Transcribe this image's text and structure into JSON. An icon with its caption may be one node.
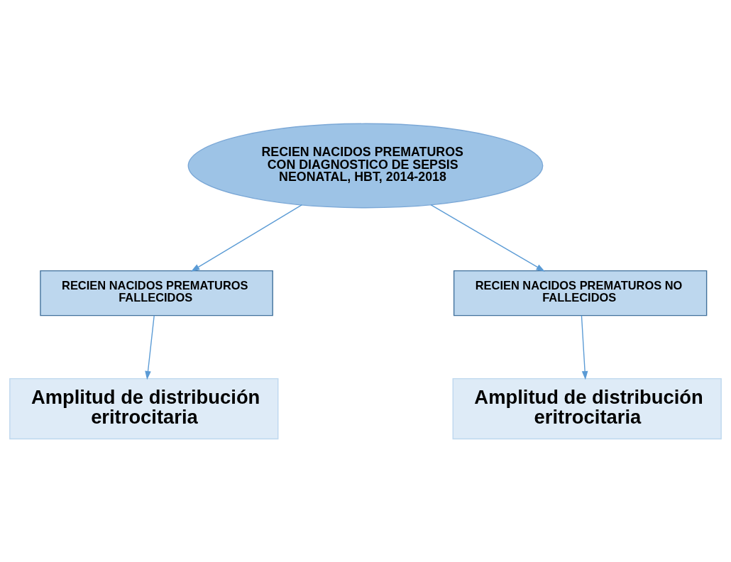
{
  "diagram": {
    "nodes": [
      {
        "text": [
          "RECIEN NACIDOS PREMATUROS CON DIAGNOSTICO DE SEPSIS NEONATAL, HBT, 2014-2018"
        ]
      },
      {
        "text": [
          "RECIEN NACIDOS PREMATUROS FALLECIDOS"
        ]
      },
      {
        "text": [
          "RECIEN NACIDOS PREMATUROS NO FALLECIDOS"
        ]
      },
      {
        "text": [
          "Amplitud de distribución eritrocitaria"
        ]
      },
      {
        "text": [
          "Amplitud de distribución eritrocitaria"
        ]
      }
    ],
    "edges": [
      {
        "from": 0,
        "to": 1,
        "arrow": "to"
      },
      {
        "from": 0,
        "to": 2,
        "arrow": "to"
      },
      {
        "from": 1,
        "to": 3,
        "arrow": "to"
      },
      {
        "from": 2,
        "to": 4,
        "arrow": "to"
      }
    ]
  }
}
